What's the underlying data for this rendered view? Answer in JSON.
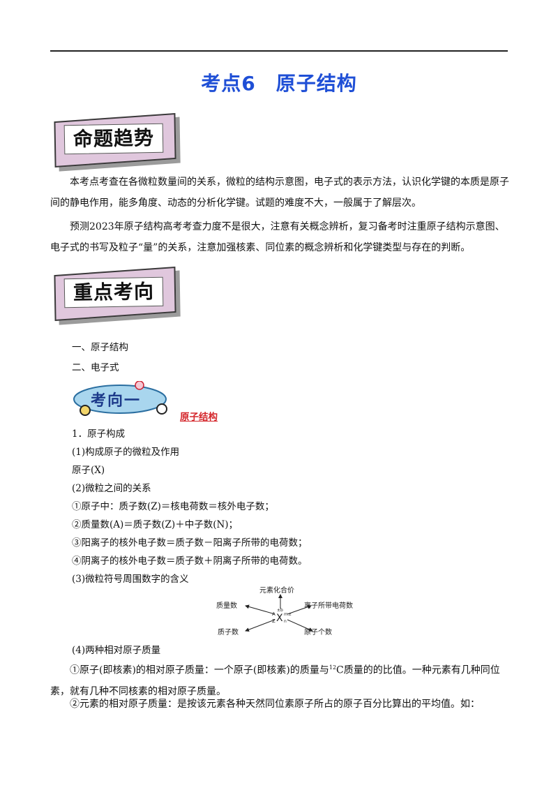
{
  "doc": {
    "title": "考点6　原子结构",
    "banner1": "命题趋势",
    "banner2": "重点考向",
    "para1": "本考点考查在各微粒数量间的关系，微粒的结构示意图，电子式的表示方法，认识化学键的本质是原子间的静电作用，能多角度、动态的分析化学键。试题的难度不大，一般属于了解层次。",
    "para2": "预测2023年原子结构高考考查力度不是很大，注意有关概念辨析，复习备考时注重原子结构示意图、电子式的书写及粒子“量”的关系，注意加强核素、同位素的概念辨析和化学键类型与存在的判断。",
    "toc": [
      "一、原子结构",
      "二、电子式"
    ],
    "badge_label": "考向一",
    "section_title": "原子结构",
    "lines": [
      "1．原子构成",
      "(1)构成原子的微粒及作用",
      "原子(X)",
      "(2)微粒之间的关系",
      "①原子中：质子数(Z)＝核电荷数＝核外电子数；",
      "②质量数(A)＝质子数(Z)＋中子数(N)；",
      "③阳离子的核外电子数＝质子数－阳离子所带的电荷数；",
      "④阴离子的核外电子数＝质子数＋阴离子所带的电荷数。",
      "(3)微粒符号周围数字的含义"
    ],
    "diagram": {
      "top": "元素化合价",
      "left_top": "质量数",
      "right_top": "离子所带电荷数",
      "left_bottom": "质子数",
      "right_bottom": "原子个数",
      "symbol": "X",
      "sup_left": "A",
      "sub_left": "Z",
      "sup_right": "m±",
      "sub_right": "n",
      "over": "±b"
    },
    "part4_title": "(4)两种相对原子质量",
    "part4_a_pre": "①原子(即核素)的相对原子质量：一个原子(即核素)的质量与",
    "part4_a_sup": "12",
    "part4_a_post": "C质量的的比值。一种元素有几种同位素，就有几种不同核素的相对原子质量。",
    "part4_b": "②元素的相对原子质量：是按该元素各种天然同位素原子所占的原子百分比算出的平均值。如："
  }
}
